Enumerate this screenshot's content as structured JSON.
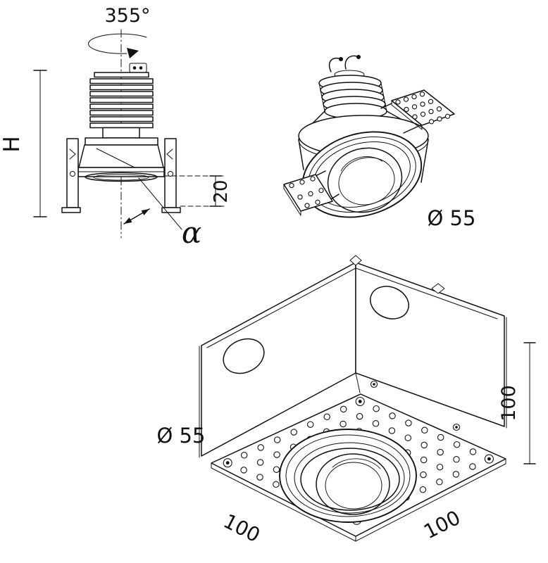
{
  "drawing": {
    "colors": {
      "line": "#111111",
      "background": "#ffffff"
    },
    "side_view": {
      "rotation_label": "355°",
      "height_label": "H",
      "recess_label": "20",
      "tilt_label": "α"
    },
    "module_view": {
      "diameter_label": "Ø 55"
    },
    "housing_view": {
      "cutout_label": "Ø 55",
      "height_label": "100",
      "width_label": "100",
      "depth_label": "100"
    }
  }
}
